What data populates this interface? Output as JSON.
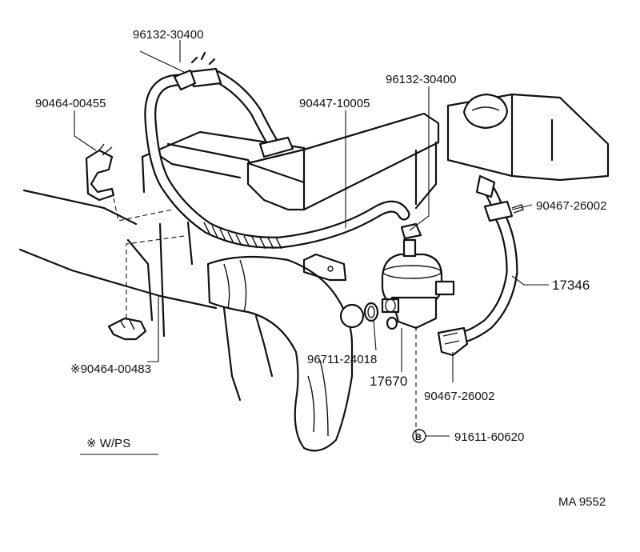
{
  "labels": {
    "p_96132_top": "96132-30400",
    "p_90464_00455": "90464-00455",
    "p_90447": "90447-10005",
    "p_96132_right": "96132-30400",
    "p_90467_top": "90467-26002",
    "p_17346": "17346",
    "p_90464_00483": "※90464-00483",
    "p_96711": "96711-24018",
    "p_17670": "17670",
    "p_90467_bottom": "90467-26002",
    "p_91611": "91611-60620",
    "circle_b": "B",
    "legend_text": "※  W/PS",
    "figure_code": "MA 9552"
  }
}
